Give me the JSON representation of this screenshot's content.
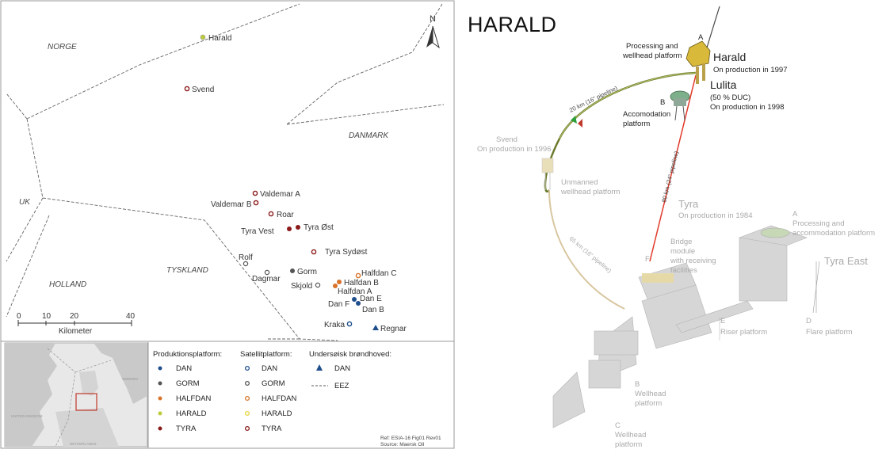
{
  "map": {
    "countries": {
      "norge": "NORGE",
      "danmark": "DANMARK",
      "uk": "UK",
      "tyskland": "TYSKLAND",
      "holland": "HOLLAND"
    },
    "north": "N",
    "scale": {
      "ticks": [
        "0",
        "10",
        "20",
        "40"
      ],
      "unit": "Kilometer"
    },
    "fields": {
      "harald": "Harald",
      "svend": "Svend",
      "valdemar_a": "Valdemar A",
      "valdemar_b": "Valdemar B",
      "roar": "Roar",
      "tyra_vest": "Tyra Vest",
      "tyra_ost": "Tyra Øst",
      "tyra_sydost": "Tyra Sydøst",
      "rolf": "Rolf",
      "gorm": "Gorm",
      "dagmar": "Dagmar",
      "halfdan_c": "Halfdan C",
      "skjold": "Skjold",
      "halfdan_b": "Halfdan B",
      "halfdan_a": "Halfdan A",
      "dan_e": "Dan E",
      "dan_f": "Dan F",
      "dan_b": "Dan B",
      "kraka": "Kraka",
      "regnar": "Regnar"
    },
    "colors": {
      "dan": "#1f4e8c",
      "gorm": "#555555",
      "halfdan": "#d9742a",
      "harald": "#bccc3a",
      "tyra": "#8b1a1a"
    }
  },
  "inset": {
    "labels": {
      "uk": "UNITED KINGDOM",
      "nl": "NETHERLANDS",
      "se": "SWEDEN"
    }
  },
  "legend": {
    "production": {
      "title": "Produktionsplatform:",
      "items": [
        "DAN",
        "GORM",
        "HALFDAN",
        "HARALD",
        "TYRA"
      ]
    },
    "satellite": {
      "title": "Satellitplatform:",
      "items": [
        "DAN",
        "GORM",
        "HALFDAN",
        "HARALD",
        "TYRA"
      ]
    },
    "subsea": {
      "title": "Undersøisk brøndhoved:",
      "item": "DAN"
    },
    "eez": "EEZ",
    "ref": [
      "Ref: ESIA-16 Fig01 Rev01",
      "Source: Maersk Oil"
    ]
  },
  "diagram": {
    "title": "HARALD",
    "a_letter": "A",
    "b_letter": "B",
    "processing": [
      "Processing and",
      "wellhead platform"
    ],
    "harald": {
      "name": "Harald",
      "status": "On production in 1997"
    },
    "lulita": {
      "name": "Lulita",
      "share": "(50 % DUC)",
      "status": "On production in 1998"
    },
    "accommodation": [
      "Accomodation",
      "platform"
    ],
    "pipe1": "20 km (16\" pipeline)",
    "pipe2": "80 km (24\" pipeline)",
    "pipe3": "65 km (16\" pipeline)",
    "svend": {
      "name": "Svend",
      "status": "On production in 1996"
    },
    "unmanned": [
      "Unmanned",
      "wellhead platform"
    ],
    "tyra": {
      "name": "Tyra",
      "status": "On production in 1984"
    },
    "bridge": [
      "Bridge",
      "module",
      "with receiving",
      "facilities"
    ],
    "f_letter": "F",
    "tyra_a": {
      "letter": "A",
      "lines": [
        "Processing and",
        "accommodation platform"
      ]
    },
    "tyra_east": "Tyra East",
    "e_riser": {
      "letter": "E",
      "text": "Riser platform"
    },
    "d_flare": {
      "letter": "D",
      "text": "Flare platform"
    },
    "b_well": {
      "letter": "B",
      "lines": [
        "Wellhead",
        "platform"
      ]
    },
    "c_well": {
      "letter": "C",
      "lines": [
        "Wellhead",
        "platform"
      ]
    }
  }
}
